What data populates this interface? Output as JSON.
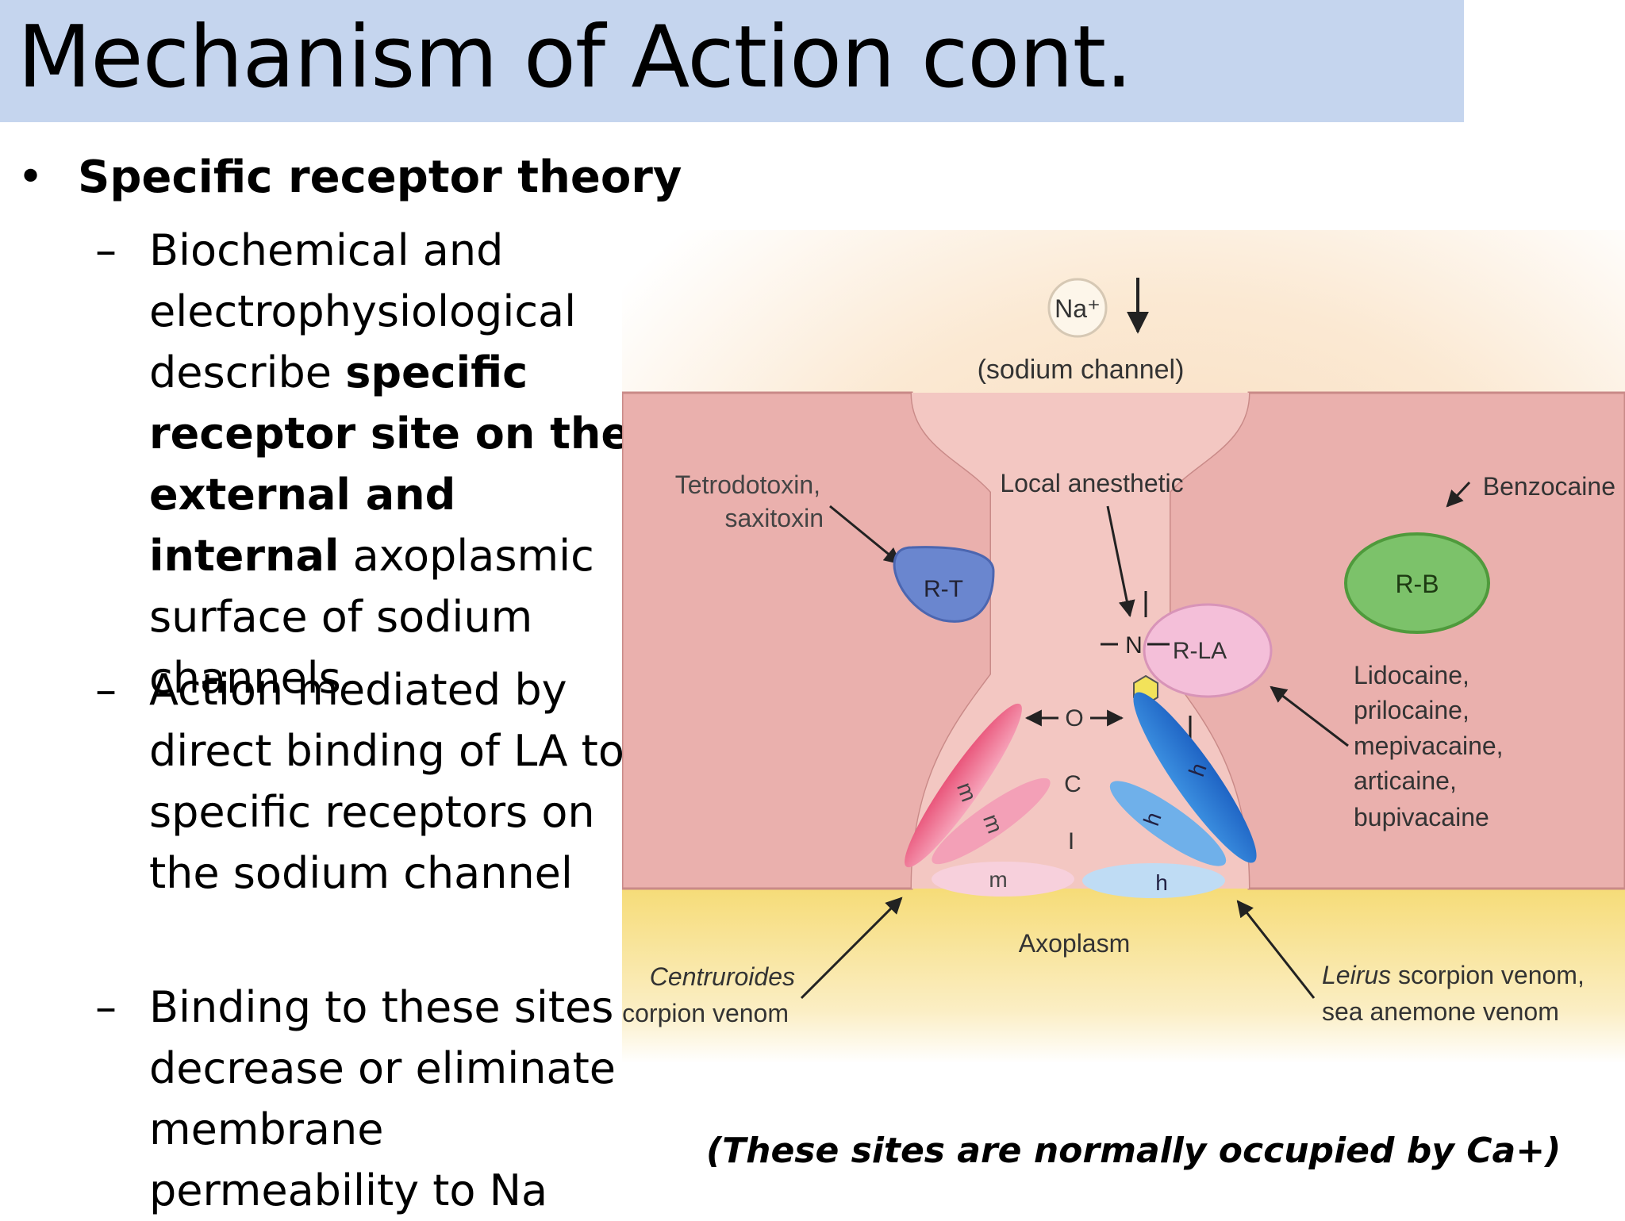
{
  "slide": {
    "title": "Mechanism of Action cont.",
    "bullet1": {
      "marker": "•",
      "text": "Specific receptor theory"
    },
    "sub1": {
      "marker": "–",
      "pre": "Biochemical and electrophysiological describe ",
      "bold": "specific receptor site on the external and internal",
      "post": " axoplasmic surface of sodium channels"
    },
    "sub2": {
      "marker": "–",
      "text": "Action mediated by direct binding of LA to specific receptors on the sodium channel"
    },
    "sub3": {
      "marker": "–",
      "text": "Binding to these sites decrease or eliminate membrane permeability to Na"
    },
    "caption": "(These sites are normally occupied by Ca+)"
  },
  "figure": {
    "na_ion": "Na⁺",
    "sodium_channel": "(sodium channel)",
    "tetrodotoxin_1": "Tetrodotoxin,",
    "tetrodotoxin_2": "saxitoxin",
    "rt": "R-T",
    "local_anesthetic": "Local anesthetic",
    "benzocaine": "Benzocaine",
    "rb": "R-B",
    "rla": "R-LA",
    "n_label": "N",
    "o_label": "O",
    "c_label": "C",
    "i_label": "I",
    "m_label": "m",
    "h_label": "h",
    "lido_1": "Lidocaine,",
    "lido_2": "prilocaine,",
    "lido_3": "mepivacaine,",
    "lido_4": "articaine,",
    "lido_5": "bupivacaine",
    "axoplasm": "Axoplasm",
    "centruroides_1": "Centruroides",
    "centruroides_2": "scorpion venom",
    "leirus_1a": "Leirus",
    "leirus_1b": " scorpion venom,",
    "leirus_2": "sea anemone venom"
  }
}
